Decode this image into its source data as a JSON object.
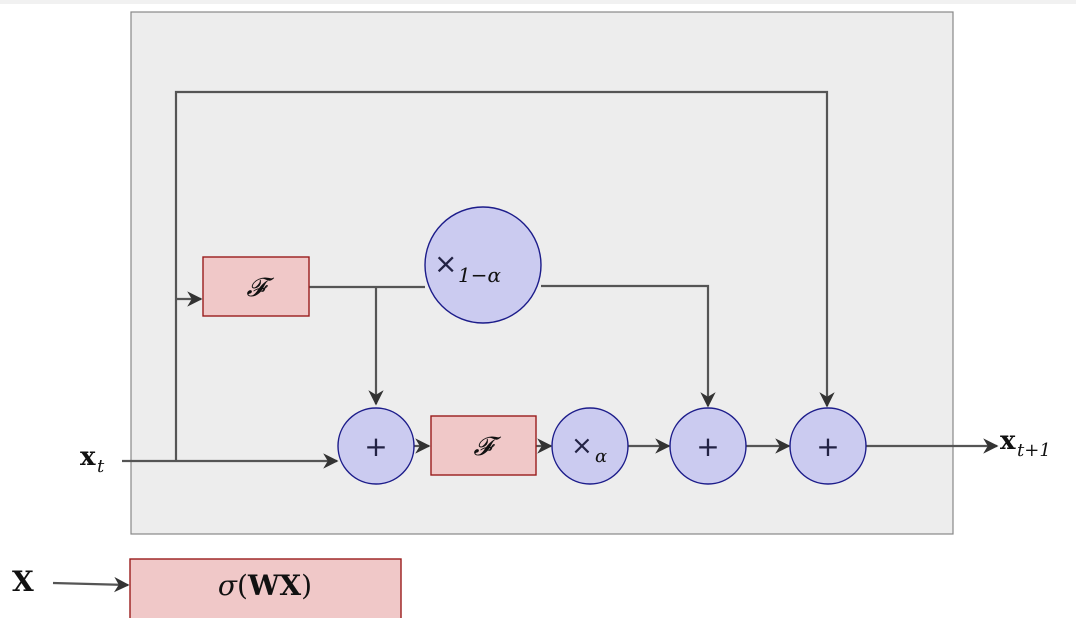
{
  "colors": {
    "panel_fill": "#ededed",
    "panel_stroke": "#888888",
    "wire": "#555555",
    "circle_fill": "#cbcbf0",
    "circle_stroke": "#1c1c8a",
    "box_fill": "#f0c8c8",
    "box_stroke": "#9a1c1c"
  },
  "labels": {
    "input_base": "x",
    "input_sub": "t",
    "output_base": "x",
    "output_sub": "t+1",
    "plus": "+",
    "times": "×",
    "scale_top_sub": "1−α",
    "scale_bottom_sub": "α",
    "f_top": "𝓕",
    "f_bottom": "𝓕"
  },
  "legend": {
    "input": "X",
    "sigma": "σ",
    "open_paren": "(",
    "weight": "WX",
    "close_paren": ")"
  }
}
